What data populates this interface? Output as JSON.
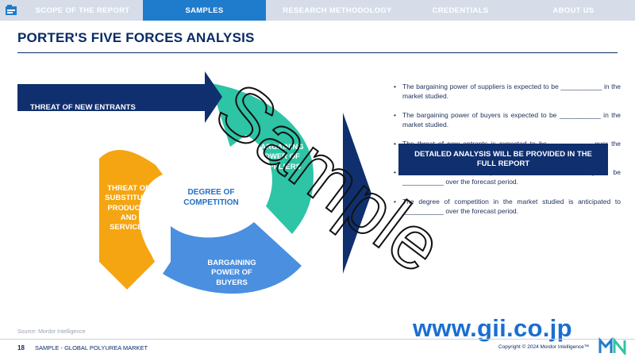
{
  "nav": {
    "tabs": [
      {
        "label": "SCOPE OF THE REPORT",
        "active": false
      },
      {
        "label": "SAMPLES",
        "active": true
      },
      {
        "label": "RESEARCH METHODOLOGY",
        "active": false
      },
      {
        "label": "CREDENTIALS",
        "active": false
      },
      {
        "label": "ABOUT US",
        "active": false
      }
    ]
  },
  "page": {
    "title": "PORTER'S FIVE FORCES ANALYSIS"
  },
  "diagram": {
    "threat_new_entrants": "THREAT OF NEW ENTRANTS",
    "bargaining_suppliers_lines": [
      "BARGAINING",
      "POWER OF",
      "SUPPLIERS"
    ],
    "bargaining_buyers_lines": [
      "BARGAINING",
      "POWER OF",
      "BUYERS"
    ],
    "threat_substitute_lines": [
      "THREAT OF",
      "SUBSTITUTE",
      "PRODUCTS",
      "AND",
      "SERVICES"
    ],
    "center_lines": [
      "DEGREE OF",
      "COMPETITION"
    ],
    "colors": {
      "navy": "#0f2f6e",
      "teal": "#2ec4a6",
      "blue": "#4a8fe0",
      "orange": "#f5a511",
      "center_text": "#1f6fc4"
    }
  },
  "bullets": [
    "The bargaining power of suppliers is expected to be ___________ in the market studied.",
    "The bargaining power of buyers is expected to be ___________ in the market studied.",
    "The threat of new entrants is expected to be ___________ over the forecast period.",
    "The threat of substitute products and services is likely to be ___________ over the forecast period.",
    "The degree of competition in the market studied is anticipated to ___________ over the forecast period."
  ],
  "detail_box": "DETAILED ANALYSIS WILL BE PROVIDED IN THE FULL REPORT",
  "footer": {
    "source": "Source: Mordor Intelligence",
    "page_number": "18",
    "report_name": "SAMPLE - GLOBAL POLYUREA MARKET",
    "copyright": "Copyright © 2024 Mordor Intelligence™"
  },
  "watermark": {
    "text": "Sample",
    "site": "www.gii.co.jp"
  }
}
